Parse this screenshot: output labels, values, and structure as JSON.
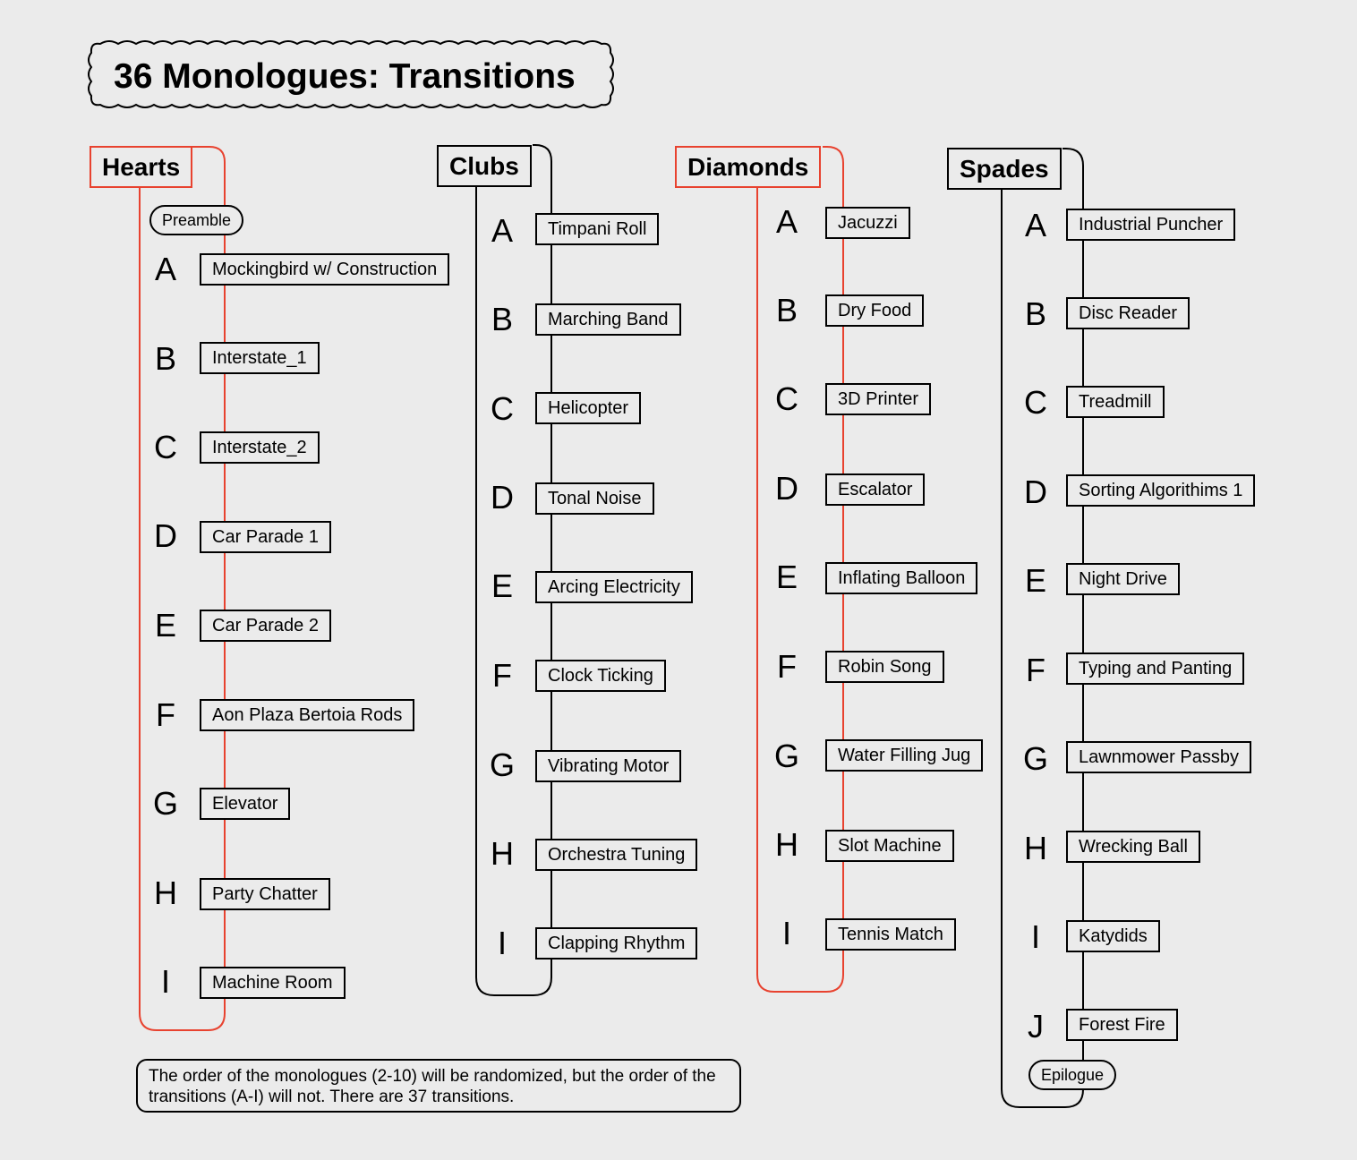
{
  "title": "36 Monologues: Transitions",
  "accent_color": "#e8422f",
  "columns": [
    {
      "name": "Hearts",
      "color": "#e8422f",
      "start_label": "Preamble",
      "items": [
        {
          "letter": "A",
          "label": "Mockingbird w/ Construction"
        },
        {
          "letter": "B",
          "label": "Interstate_1"
        },
        {
          "letter": "C",
          "label": "Interstate_2"
        },
        {
          "letter": "D",
          "label": "Car Parade 1"
        },
        {
          "letter": "E",
          "label": "Car Parade 2"
        },
        {
          "letter": "F",
          "label": "Aon Plaza Bertoia Rods"
        },
        {
          "letter": "G",
          "label": "Elevator"
        },
        {
          "letter": "H",
          "label": "Party Chatter"
        },
        {
          "letter": "I",
          "label": "Machine Room"
        }
      ]
    },
    {
      "name": "Clubs",
      "color": "#000000",
      "items": [
        {
          "letter": "A",
          "label": "Timpani Roll"
        },
        {
          "letter": "B",
          "label": "Marching Band"
        },
        {
          "letter": "C",
          "label": "Helicopter"
        },
        {
          "letter": "D",
          "label": "Tonal Noise"
        },
        {
          "letter": "E",
          "label": "Arcing Electricity"
        },
        {
          "letter": "F",
          "label": "Clock Ticking"
        },
        {
          "letter": "G",
          "label": "Vibrating Motor"
        },
        {
          "letter": "H",
          "label": "Orchestra Tuning"
        },
        {
          "letter": "I",
          "label": "Clapping Rhythm"
        }
      ]
    },
    {
      "name": "Diamonds",
      "color": "#e8422f",
      "items": [
        {
          "letter": "A",
          "label": "Jacuzzi"
        },
        {
          "letter": "B",
          "label": "Dry Food"
        },
        {
          "letter": "C",
          "label": "3D Printer"
        },
        {
          "letter": "D",
          "label": "Escalator"
        },
        {
          "letter": "E",
          "label": "Inflating Balloon"
        },
        {
          "letter": "F",
          "label": "Robin Song"
        },
        {
          "letter": "G",
          "label": "Water Filling Jug"
        },
        {
          "letter": "H",
          "label": "Slot Machine"
        },
        {
          "letter": "I",
          "label": "Tennis Match"
        }
      ]
    },
    {
      "name": "Spades",
      "color": "#000000",
      "end_label": "Epilogue",
      "items": [
        {
          "letter": "A",
          "label": "Industrial Puncher"
        },
        {
          "letter": "B",
          "label": "Disc Reader"
        },
        {
          "letter": "C",
          "label": "Treadmill"
        },
        {
          "letter": "D",
          "label": "Sorting Algorithims 1"
        },
        {
          "letter": "E",
          "label": "Night Drive"
        },
        {
          "letter": "F",
          "label": "Typing and Panting"
        },
        {
          "letter": "G",
          "label": "Lawnmower Passby"
        },
        {
          "letter": "H",
          "label": "Wrecking Ball"
        },
        {
          "letter": "I",
          "label": "Katydids"
        },
        {
          "letter": "J",
          "label": "Forest Fire"
        }
      ]
    }
  ],
  "note": "The order of the monologues (2-10) will be randomized, but the order of the transitions (A-I) will not. There are 37 transitions."
}
